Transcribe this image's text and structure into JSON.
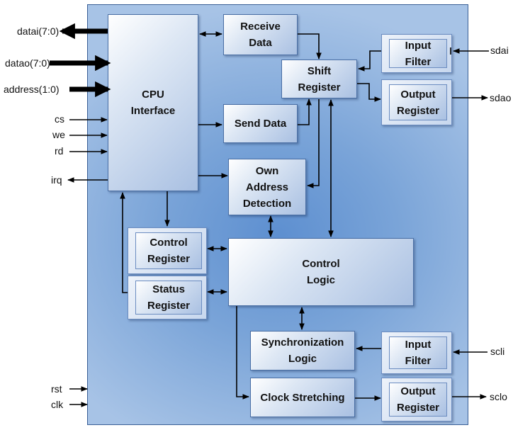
{
  "blocks": {
    "cpu_interface": "CPU\nInterface",
    "receive_data": "Receive\nData",
    "send_data": "Send Data",
    "shift_register": "Shift\nRegister",
    "input_filter_top": "Input\nFilter",
    "output_register_top": "Output\nRegister",
    "own_address_detection": "Own\nAddress\nDetection",
    "control_register": "Control\nRegister",
    "status_register": "Status\nRegister",
    "control_logic": "Control\nLogic",
    "synchronization_logic": "Synchronization\nLogic",
    "clock_stretching": "Clock Stretching",
    "input_filter_bottom": "Input\nFilter",
    "output_register_bottom": "Output\nRegister"
  },
  "signals": {
    "datai": "datai(7:0)",
    "datao": "datao(7:0)",
    "address": "address(1:0)",
    "cs": "cs",
    "we": "we",
    "rd": "rd",
    "irq": "irq",
    "sdai": "sdai",
    "sdao": "sdao",
    "scli": "scli",
    "sclo": "sclo",
    "rst": "rst",
    "clk": "clk"
  }
}
